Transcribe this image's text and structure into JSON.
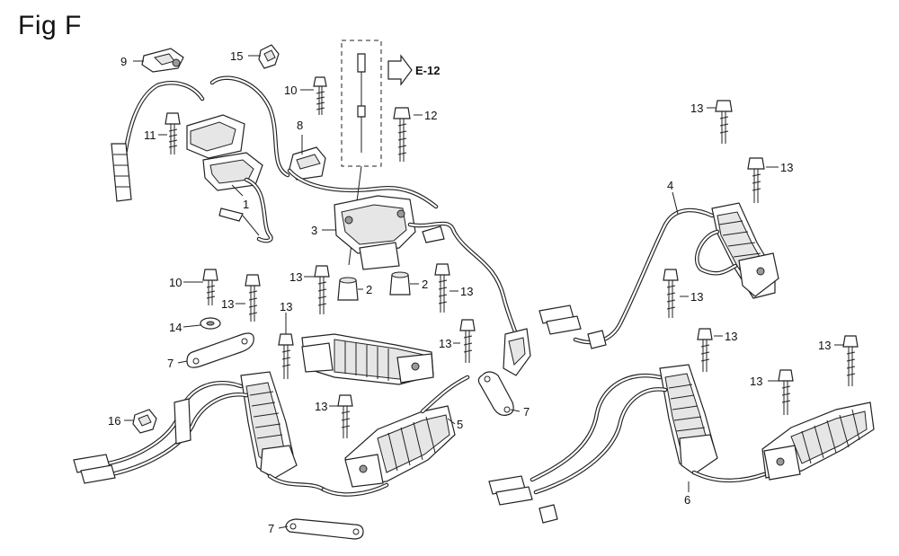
{
  "figure": {
    "title": "Fig F",
    "reference": "E-12"
  },
  "callouts": {
    "c1": "1",
    "c2a": "2",
    "c2b": "2",
    "c3": "3",
    "c4": "4",
    "c5": "5",
    "c6": "6",
    "c7a": "7",
    "c7b": "7",
    "c7c": "7",
    "c8": "8",
    "c9": "9",
    "c10a": "10",
    "c10b": "10",
    "c11": "11",
    "c12": "12",
    "c13a": "13",
    "c13b": "13",
    "c13c": "13",
    "c13d": "13",
    "c13e": "13",
    "c13f": "13",
    "c13g": "13",
    "c13h": "13",
    "c13i": "13",
    "c13j": "13",
    "c13k": "13",
    "c13l": "13",
    "c14": "14",
    "c15": "15",
    "c16": "16"
  }
}
